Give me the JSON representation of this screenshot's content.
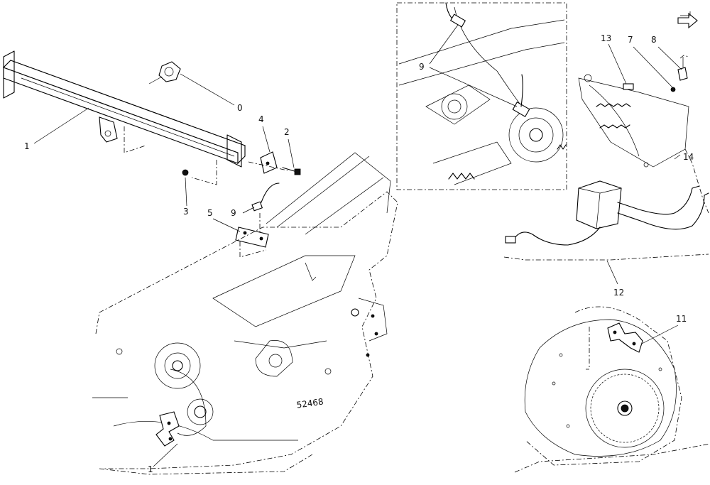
{
  "callouts": {
    "c0": "0",
    "c1_beam": "1",
    "c2": "2",
    "c3": "3",
    "c4": "4",
    "c5": "5",
    "c9_main": "9",
    "c9_inset": "9",
    "c13": "13",
    "c7": "7",
    "c8": "8",
    "c14": "14",
    "c12": "12",
    "c11": "11",
    "c1_bottom": "1"
  },
  "stamp_text": "52468",
  "icons": {
    "nav": "next-page-arrow-icon"
  }
}
